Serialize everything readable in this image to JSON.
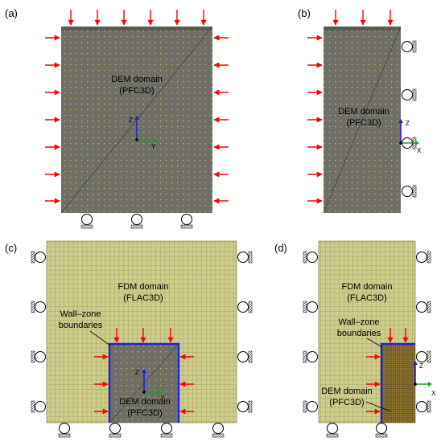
{
  "panels": {
    "a": {
      "label": "(a)",
      "domain_line1": "DEM domain",
      "domain_line2": "(PFC3D)",
      "axis_vertical": "Z",
      "axis_horizontal": "Y"
    },
    "b": {
      "label": "(b)",
      "domain_line1": "DEM domain",
      "domain_line2": "(PFC3D)",
      "axis_vertical": "Z",
      "axis_horizontal": "X"
    },
    "c": {
      "label": "(c)",
      "fdm_line1": "FDM domain",
      "fdm_line2": "(FLAC3D)",
      "wall_line1": "Wall–zone",
      "wall_line2": "boundaries",
      "dem_line1": "DEM domain",
      "dem_line2": "(PFC3D)",
      "axis_vertical": "Z",
      "axis_horizontal": "Y"
    },
    "d": {
      "label": "(d)",
      "fdm_line1": "FDM domain",
      "fdm_line2": "(FLAC3D)",
      "wall_line1": "Wall–zone",
      "wall_line2": "boundaries",
      "dem_line1": "DEM domain",
      "dem_line2": "(PFC3D)",
      "axis_vertical": "Z",
      "axis_horizontal": "X"
    }
  },
  "colors": {
    "dem_fill": "#6f6f68",
    "dem_dots": "#c9c44a",
    "fdm_fill": "#cfcd8a",
    "fdm_grid": "#7d7b4c",
    "dem_fine": "#8a6a2a",
    "load_arrow": "#ff0000",
    "boundary": "#1f1fe0",
    "axis_z": "#1f1fe0",
    "axis_h": "#18a018"
  }
}
